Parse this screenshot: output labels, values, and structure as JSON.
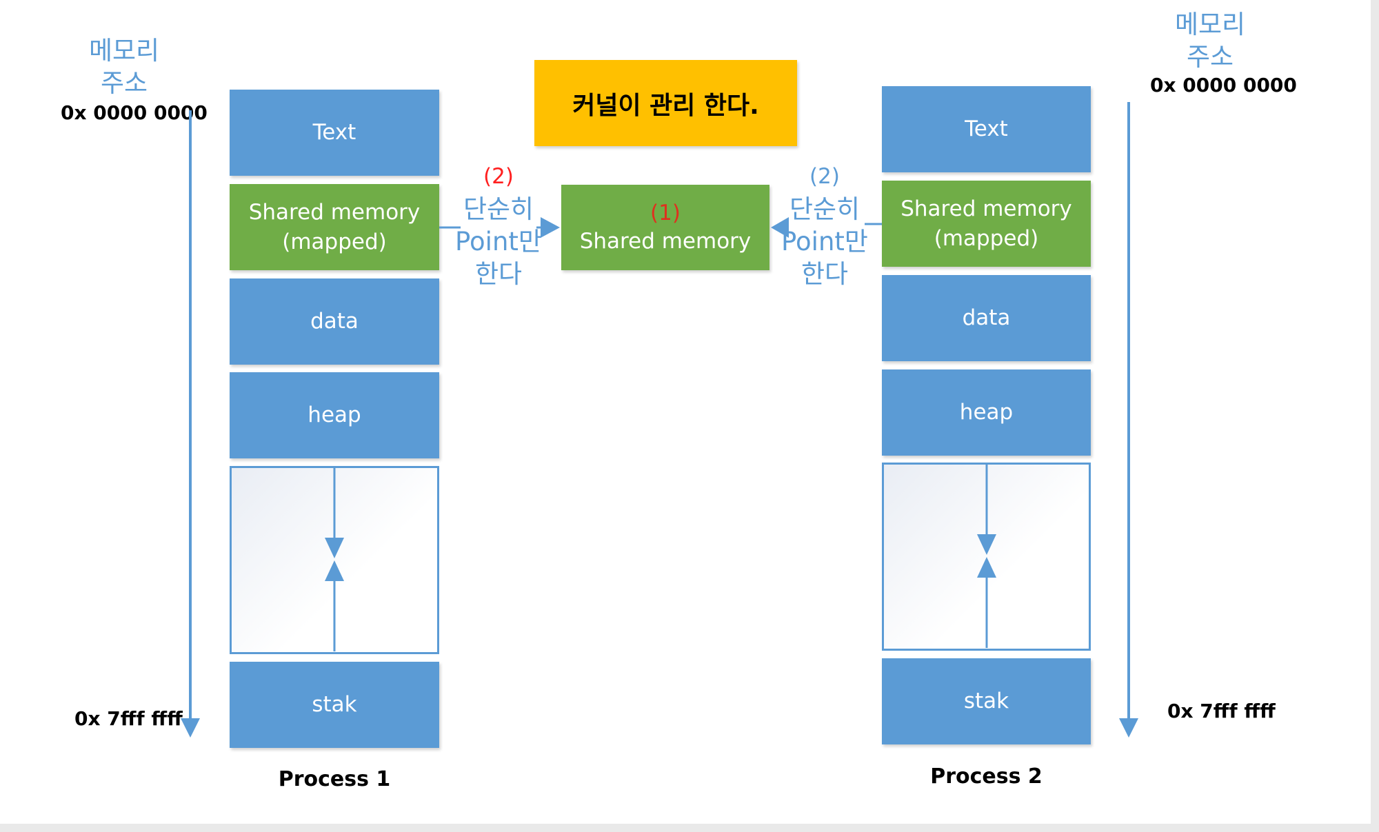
{
  "kernel_note": "커널이 관리 한다.",
  "left": {
    "memory_label": "메모리\n주소",
    "addr_start": "0x 0000 0000",
    "addr_end": "0x 7fff ffff",
    "segments": [
      "Text",
      "Shared memory\n(mapped)",
      "data",
      "heap",
      "stak"
    ],
    "process": "Process 1",
    "link_num": "(2)",
    "link_text": "단순히\nPoint만\n한다"
  },
  "right": {
    "memory_label": "메모리\n주소",
    "addr_start": "0x 0000 0000",
    "addr_end": "0x 7fff ffff",
    "segments": [
      "Text",
      "Shared memory\n(mapped)",
      "data",
      "heap",
      "stak"
    ],
    "process": "Process 2",
    "link_num": "(2)",
    "link_text": "단순히\nPoint만\n한다"
  },
  "shared": {
    "num": "(1)",
    "label": "Shared memory"
  },
  "colors": {
    "segment_blue": "#5b9bd5",
    "segment_green": "#70ad47",
    "kernel_yellow": "#ffc000",
    "label_red": "#ff2020"
  }
}
